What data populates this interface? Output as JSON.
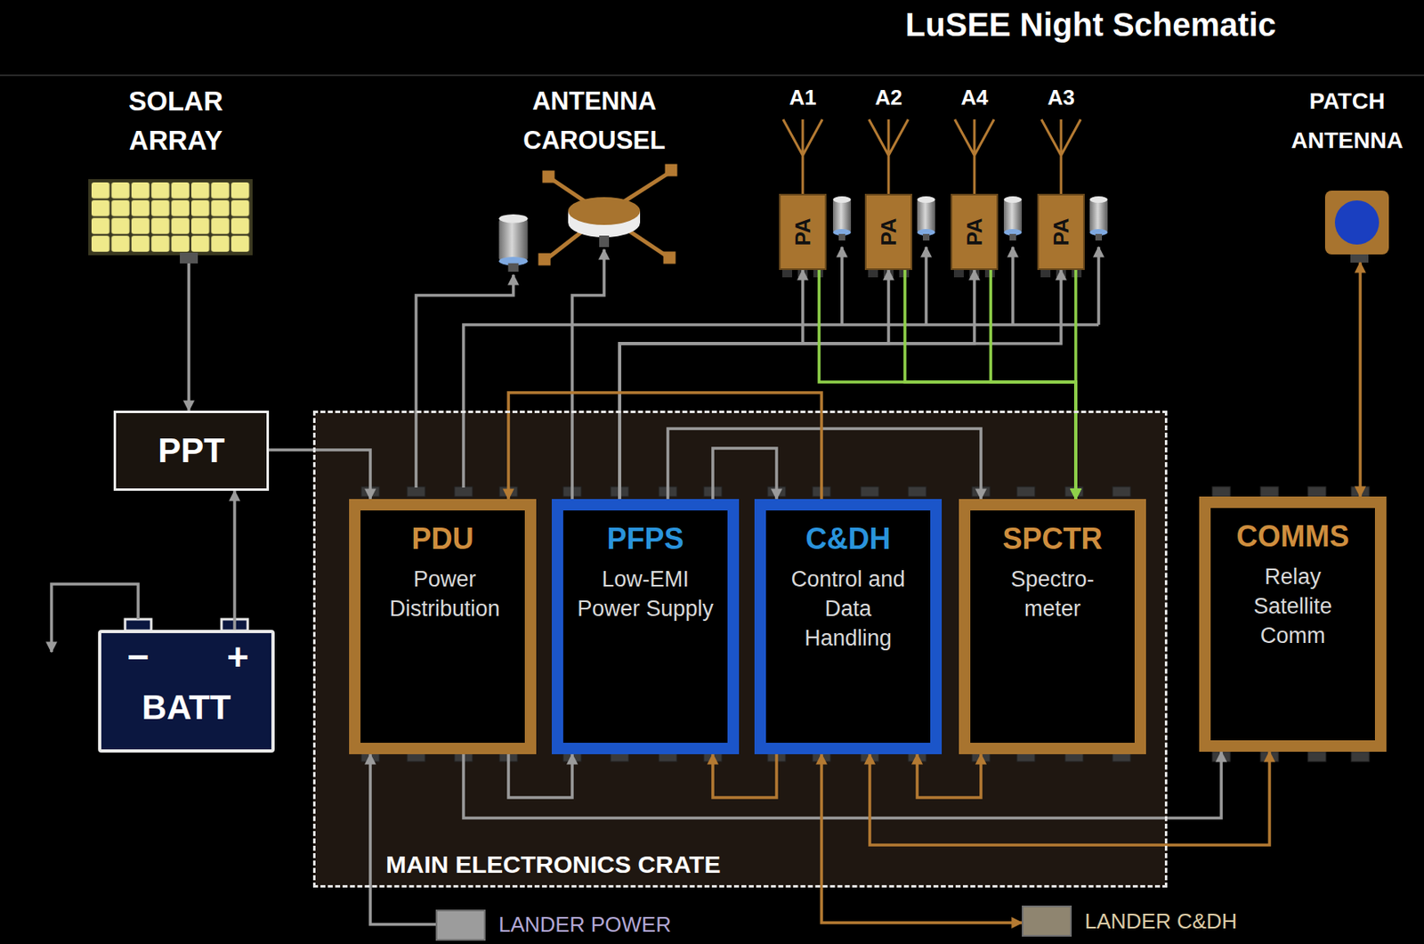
{
  "diagram": {
    "title": "LuSEE Night Schematic",
    "nodes": [
      {
        "text": [
          "SOLAR ARRAY"
        ]
      },
      {
        "text": [
          "ANTENNA CAROUSEL"
        ]
      },
      {
        "text": [
          "PA"
        ]
      },
      {
        "text": [
          "PA"
        ]
      },
      {
        "text": [
          "PA"
        ]
      },
      {
        "text": [
          "PA"
        ]
      },
      {
        "text": [
          "PATCH ANTENNA"
        ]
      },
      {
        "text": [
          "PPT"
        ]
      },
      {
        "text": [
          "MAIN ELECTRONICS CRATE"
        ]
      },
      {
        "text": [
          "PDU",
          "Power Distribution"
        ],
        "in": 8
      },
      {
        "text": [
          "PFPS",
          "Low-EMI Power Supply"
        ],
        "in": 8
      },
      {
        "text": [
          "C&DH",
          "Control and Data Handling"
        ],
        "in": 8
      },
      {
        "text": [
          "SPCTR",
          "Spectro- meter"
        ],
        "in": 8
      },
      {
        "text": [
          "COMMS",
          "Relay Satellite Comm"
        ]
      },
      {
        "text": [
          "BATT"
        ]
      },
      {
        "text": [
          "LANDER POWER"
        ]
      },
      {
        "text": [
          "LANDER C&DH"
        ]
      }
    ],
    "edges": [
      {
        "from": 0,
        "to": 7,
        "arrow": "to"
      },
      {
        "from": 14,
        "to": 7,
        "arrow": "to"
      },
      {
        "from": 7,
        "to": 9,
        "arrow": "to"
      },
      {
        "from": 10,
        "to": 1,
        "arrow": "to"
      },
      {
        "from": 10,
        "to": 2,
        "arrow": "to"
      },
      {
        "from": 10,
        "to": 3,
        "arrow": "to"
      },
      {
        "from": 10,
        "to": 4,
        "arrow": "to"
      },
      {
        "from": 10,
        "to": 5,
        "arrow": "to"
      },
      {
        "from": 2,
        "to": 12,
        "arrow": "to"
      },
      {
        "from": 3,
        "to": 12,
        "arrow": "to"
      },
      {
        "from": 4,
        "to": 12,
        "arrow": "to"
      },
      {
        "from": 5,
        "to": 12,
        "arrow": "to"
      },
      {
        "from": 10,
        "to": 12,
        "arrow": "to"
      },
      {
        "from": 10,
        "to": 11,
        "arrow": "to"
      },
      {
        "from": 11,
        "to": 9,
        "arrow": "to"
      },
      {
        "from": 13,
        "to": 6,
        "arrow": "both"
      },
      {
        "from": 15,
        "to": 9,
        "arrow": "to"
      },
      {
        "from": 9,
        "to": 13,
        "arrow": "to"
      },
      {
        "from": 9,
        "to": 10,
        "arrow": "to"
      },
      {
        "from": 11,
        "to": 10,
        "arrow": "to"
      },
      {
        "from": 11,
        "to": 16,
        "arrow": "both"
      },
      {
        "from": 11,
        "to": 13,
        "arrow": "both"
      },
      {
        "from": 11,
        "to": 12,
        "arrow": "both"
      }
    ],
    "labels": [
      "A1",
      "A2",
      "A4",
      "A3",
      "−",
      "+"
    ]
  }
}
